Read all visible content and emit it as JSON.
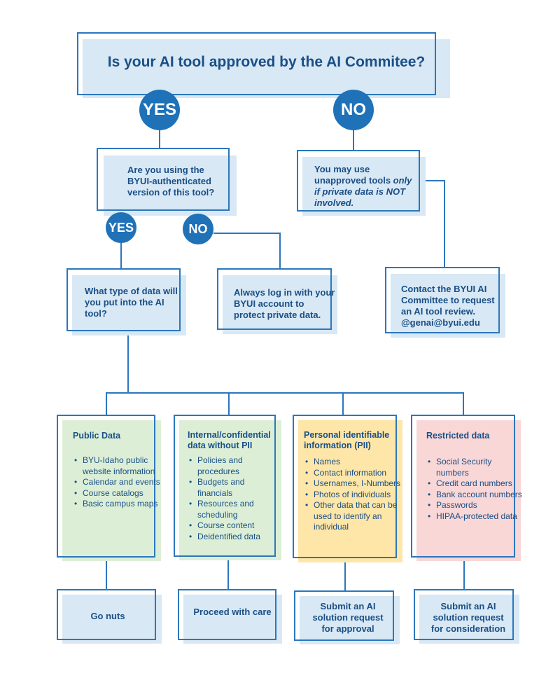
{
  "title": "Is your AI tool approved by the AI Commitee?",
  "yes_label": "YES",
  "no_label": "NO",
  "q2": "Are you using the BYUI-authenticated version of this tool?",
  "unapproved_prefix": "You may use unapproved tools ",
  "unapproved_emphasis": "only if private data is NOT involved.",
  "contact": "Contact the BYUI AI Committee to request an AI tool review. @genai@byui.edu",
  "data_type_q": "What type of data will you put into the AI tool?",
  "login_note": "Always log in with your BYUI account to protect private data.",
  "categories": [
    {
      "title": "Public Data",
      "items": [
        "BYU-Idaho public website information",
        "Calendar and events",
        "Course catalogs",
        "Basic campus maps"
      ],
      "outcome": "Go nuts"
    },
    {
      "title": "Internal/confidential data without PII",
      "items": [
        "Policies and procedures",
        "Budgets and financials",
        "Resources and scheduling",
        "Course content",
        "Deidentified data"
      ],
      "outcome": "Proceed with care"
    },
    {
      "title": "Personal identifiable information (PII)",
      "items": [
        "Names",
        "Contact information",
        "Usernames, I-Numbers",
        "Photos of individuals",
        "Other data that can be used to identify an individual"
      ],
      "outcome": "Submit an AI solution request for approval"
    },
    {
      "title": "Restricted data",
      "items": [
        "Social Security numbers",
        "Credit card numbers",
        "Bank account numbers",
        "Passwords",
        "HIPAA-protected data"
      ],
      "outcome": "Submit an AI solution request for consideration"
    }
  ],
  "colors": {
    "frame": "#2b77bd",
    "circle": "#1f72b8",
    "text": "#1a4f86",
    "box_blue": "#d8e8f4",
    "box_green": "#dcefd6",
    "box_yellow": "#fde6a8",
    "box_pink": "#f9d7d7"
  }
}
